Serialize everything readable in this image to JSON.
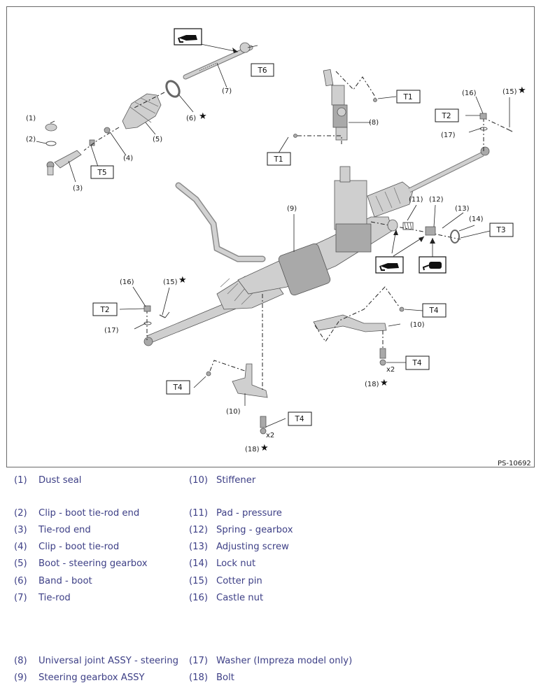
{
  "diagram": {
    "figure_id": "PS-10692",
    "torque_labels": {
      "t1": "T1",
      "t2": "T2",
      "t3": "T3",
      "t4": "T4",
      "t5": "T5",
      "t6": "T6"
    },
    "callouts": {
      "c1": "(1)",
      "c2": "(2)",
      "c3": "(3)",
      "c4": "(4)",
      "c5": "(5)",
      "c6": "(6)",
      "c7": "(7)",
      "c8": "(8)",
      "c9": "(9)",
      "c10": "(10)",
      "c11": "(11)",
      "c12": "(12)",
      "c13": "(13)",
      "c14": "(14)",
      "c15": "(15)",
      "c16": "(16)",
      "c17": "(17)",
      "c18": "(18)"
    },
    "quantity": "x2",
    "star_symbol": "★"
  },
  "legend": {
    "left": [
      {
        "num": "(1)",
        "text": "Dust seal"
      },
      {
        "num": "(2)",
        "text": "Clip - boot tie-rod end"
      },
      {
        "num": "(3)",
        "text": "Tie-rod end"
      },
      {
        "num": "(4)",
        "text": "Clip - boot tie-rod"
      },
      {
        "num": "(5)",
        "text": "Boot - steering gearbox"
      },
      {
        "num": "(6)",
        "text": "Band - boot"
      },
      {
        "num": "(7)",
        "text": "Tie-rod"
      },
      {
        "num": "(8)",
        "text": "Universal joint ASSY - steering"
      },
      {
        "num": "(9)",
        "text": "Steering gearbox ASSY"
      }
    ],
    "right": [
      {
        "num": "(10)",
        "text": "Stiffener"
      },
      {
        "num": "(11)",
        "text": "Pad - pressure"
      },
      {
        "num": "(12)",
        "text": "Spring - gearbox"
      },
      {
        "num": "(13)",
        "text": "Adjusting screw"
      },
      {
        "num": "(14)",
        "text": "Lock nut"
      },
      {
        "num": "(15)",
        "text": "Cotter pin"
      },
      {
        "num": "(16)",
        "text": "Castle nut"
      },
      {
        "num": "(17)",
        "text": "Washer (Impreza model only)"
      },
      {
        "num": "(18)",
        "text": "Bolt"
      }
    ]
  }
}
